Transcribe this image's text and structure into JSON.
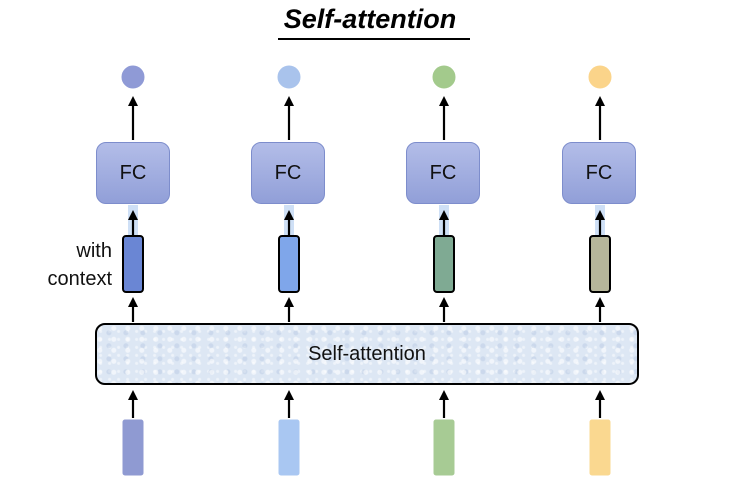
{
  "title": "Self-attention",
  "side_label": {
    "line1": "with",
    "line2": "context"
  },
  "fc_label": "FC",
  "block_label": "Self-attention",
  "columns": [
    {
      "output_color": "#8f9ad6",
      "context_color": "#6a86d4",
      "input_color": "#8f9ad2"
    },
    {
      "output_color": "#a9c3ec",
      "context_color": "#7fa6ea",
      "input_color": "#a9c7f2"
    },
    {
      "output_color": "#a3ca8c",
      "context_color": "#7faa93",
      "input_color": "#a7cb94"
    },
    {
      "output_color": "#fbd48a",
      "context_color": "#b6b69a",
      "input_color": "#fad890"
    }
  ]
}
